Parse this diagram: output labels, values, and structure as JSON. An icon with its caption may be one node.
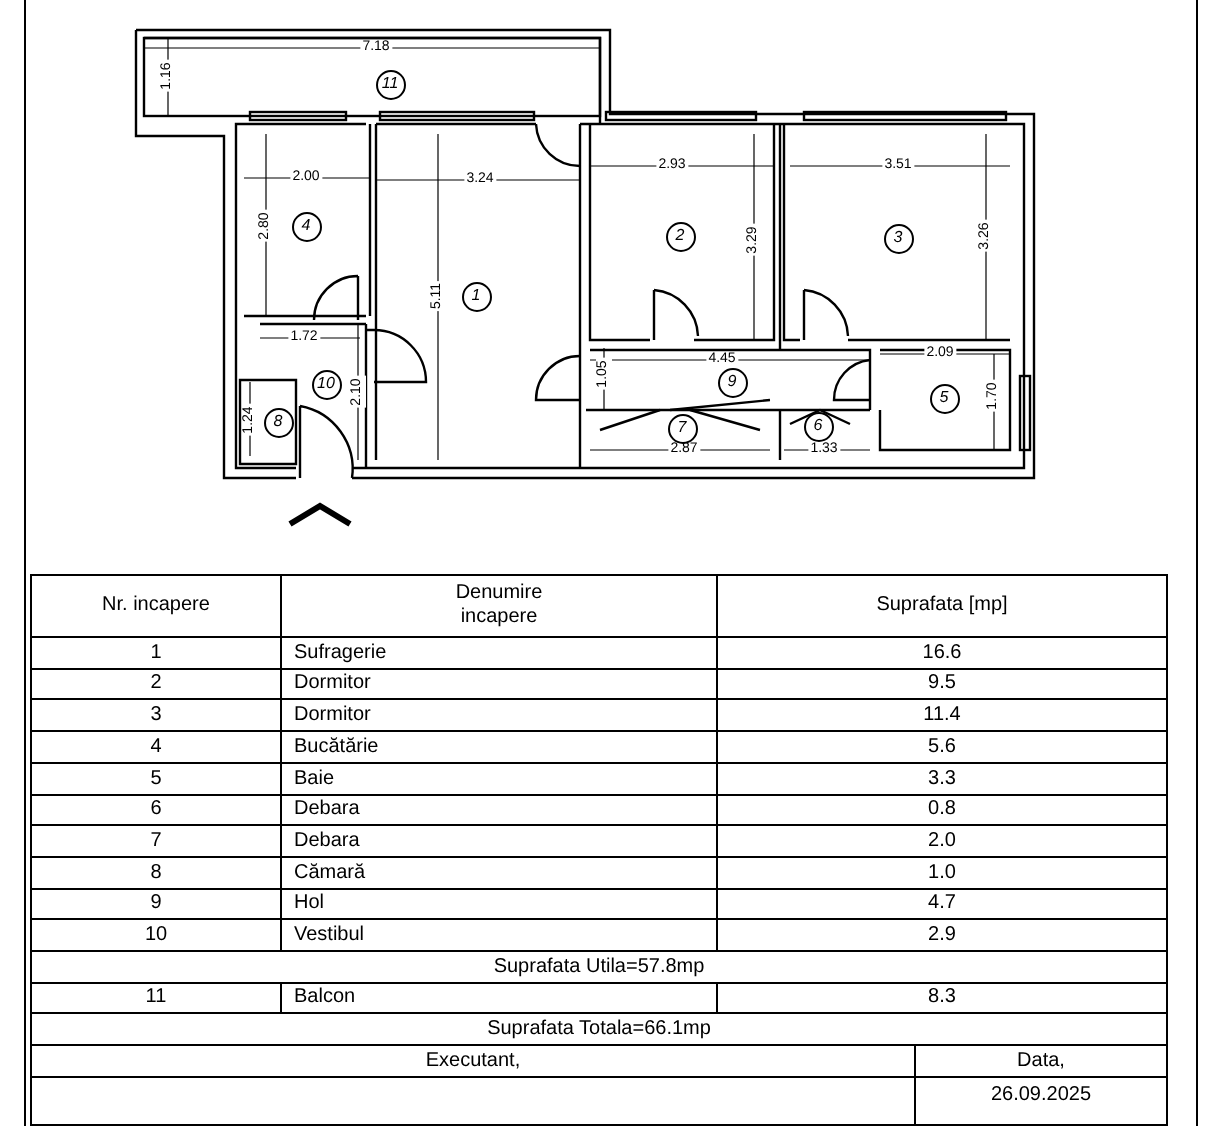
{
  "diagram": {
    "nodes": [
      {
        "text": [
          "11"
        ]
      },
      {
        "text": [
          "4"
        ]
      },
      {
        "text": [
          "1"
        ]
      },
      {
        "text": [
          "2"
        ]
      },
      {
        "text": [
          "3"
        ]
      },
      {
        "text": [
          "10"
        ]
      },
      {
        "text": [
          "9"
        ]
      },
      {
        "text": [
          "5"
        ]
      },
      {
        "text": [
          "8"
        ]
      },
      {
        "text": [
          "7"
        ]
      },
      {
        "text": [
          "6"
        ]
      }
    ],
    "labels": [
      "7.18",
      "1.16",
      "2.00",
      "3.24",
      "2.80",
      "5.11",
      "1.72",
      "2.10",
      "1.24",
      "2.93",
      "3.51",
      "3.29",
      "3.26",
      "4.45",
      "1.05",
      "2.09",
      "1.70",
      "2.87",
      "1.33",
      "Nr. incapere",
      "Denumire incapere",
      "Suprafata [mp]",
      "1",
      "Sufragerie",
      "16.6",
      "2",
      "Dormitor",
      "9.5",
      "3",
      "Dormitor",
      "11.4",
      "4",
      "Bucătărie",
      "5.6",
      "5",
      "Baie",
      "3.3",
      "6",
      "Debara",
      "0.8",
      "7",
      "Debara",
      "2.0",
      "8",
      "Cămară",
      "1.0",
      "9",
      "Hol",
      "4.7",
      "10",
      "Vestibul",
      "2.9",
      "Suprafata Utila=57.8mp",
      "11",
      "Balcon",
      "8.3",
      "Suprafata Totala=66.1mp",
      "Executant,",
      "Data,",
      "26.09.2025"
    ]
  }
}
